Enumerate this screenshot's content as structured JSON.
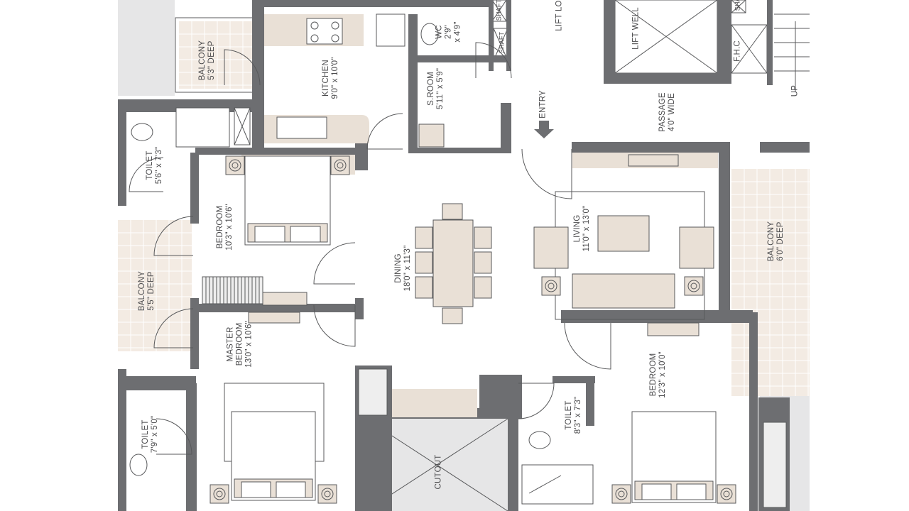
{
  "plan": {
    "colors": {
      "wall": "#6d6e71",
      "furniture": "#e9e0d6",
      "balcony_tile": "#f3ebe3",
      "outside": "#e6e6e7",
      "line": "#58595b",
      "text": "#4a4a4c"
    },
    "rooms": {
      "balcony_kitchen": {
        "name": "BALCONY",
        "size": "5'3\" DEEP"
      },
      "kitchen": {
        "name": "KITCHEN",
        "size": "9'0\" x 10'0\""
      },
      "wc": {
        "name": "WC",
        "size": "2'9\"",
        "size2": "x 4'9\""
      },
      "shaft_1": {
        "name": "SHAFT"
      },
      "shaft_2": {
        "name": "SHAFT"
      },
      "shaft_3": {
        "name": "SHAFT"
      },
      "s_room": {
        "name": "S.ROOM",
        "size": "5'11\" x 5'9\""
      },
      "lift_lobby": {
        "name": "LIFT LO"
      },
      "entry": {
        "name": "ENTRY"
      },
      "lift_well": {
        "name": "LIFT WELL"
      },
      "fhc": {
        "name": "F.H.C"
      },
      "passage": {
        "name": "PASSAGE",
        "size": "4'0\" WIDE"
      },
      "stairs": {
        "name": "UP"
      },
      "toilet_1": {
        "name": "TOILET",
        "size": "5'6\" x 7'3\""
      },
      "bedroom_1": {
        "name": "BEDROOM",
        "size": "10'3\" x 10'6\""
      },
      "dining": {
        "name": "DINING",
        "size": "18'0\" x 11'3\""
      },
      "living": {
        "name": "LIVING",
        "size": "11'0\" x 13'0\""
      },
      "balcony_living": {
        "name": "BALCONY",
        "size": "6'0\" DEEP"
      },
      "balcony_bedroom": {
        "name": "BALCONY",
        "size": "5'5\" DEEP"
      },
      "master_bedroom": {
        "name": "MASTER",
        "name2": "BEDROOM",
        "size": "13'0\" x 10'6\""
      },
      "toilet_2": {
        "name": "TOILET",
        "size": "7'9\" x 5'0\""
      },
      "toilet_3": {
        "name": "TOILET",
        "size": "8'3\" x 7'3\""
      },
      "bedroom_2": {
        "name": "BEDROOM",
        "size": "12'3\" x 10'0\""
      },
      "cutout": {
        "name": "CUTOUT"
      }
    }
  }
}
